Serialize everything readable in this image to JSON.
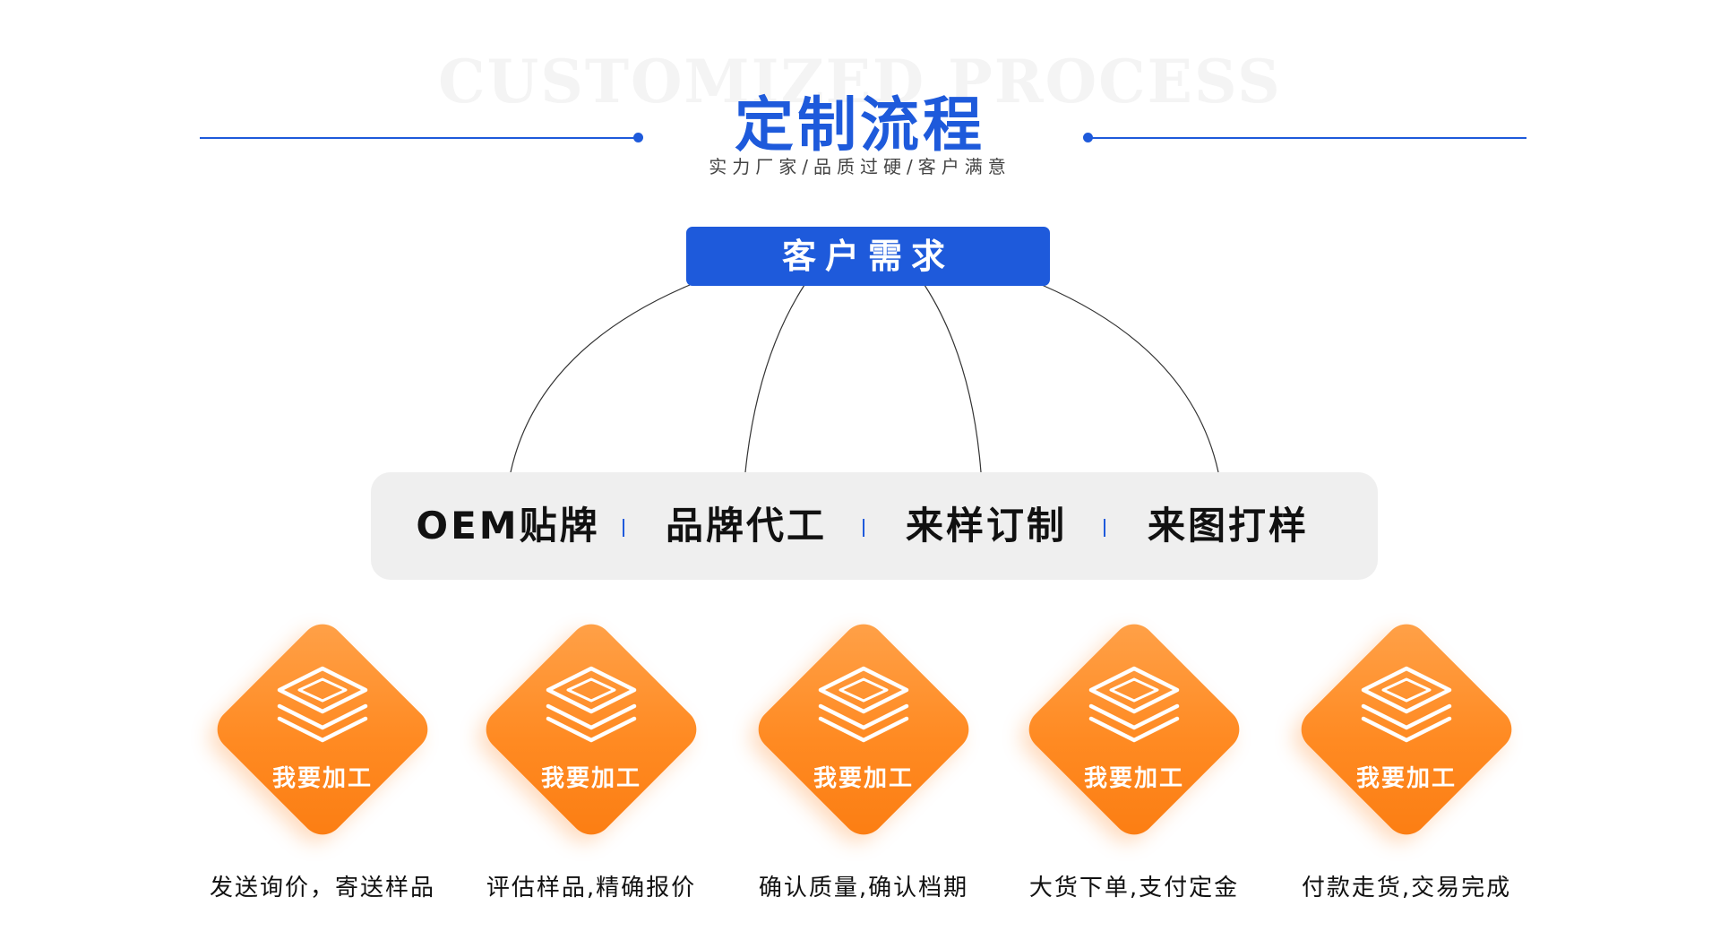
{
  "header": {
    "watermark_text": "CUSTOMIZED PROCESS",
    "title": "定制流程",
    "subtitle": "实力厂家/品质过硬/客户满意"
  },
  "demand": {
    "label": "客户需求"
  },
  "options": [
    {
      "label": "OEM贴牌"
    },
    {
      "label": "品牌代工"
    },
    {
      "label": "来样订制"
    },
    {
      "label": "来图打样"
    }
  ],
  "steps": [
    {
      "label": "我要加工",
      "description": "发送询价，寄送样品",
      "icon": "layers-icon"
    },
    {
      "label": "我要加工",
      "description": "评估样品,精确报价",
      "icon": "layers-icon"
    },
    {
      "label": "我要加工",
      "description": "确认质量,确认档期",
      "icon": "layers-icon"
    },
    {
      "label": "我要加工",
      "description": "大货下单,支付定金",
      "icon": "layers-icon"
    },
    {
      "label": "我要加工",
      "description": "付款走货,交易完成",
      "icon": "layers-icon"
    }
  ],
  "colors": {
    "accent_blue": "#1e5adb",
    "accent_orange": "#ff8a22",
    "panel_gray": "#efefef"
  }
}
